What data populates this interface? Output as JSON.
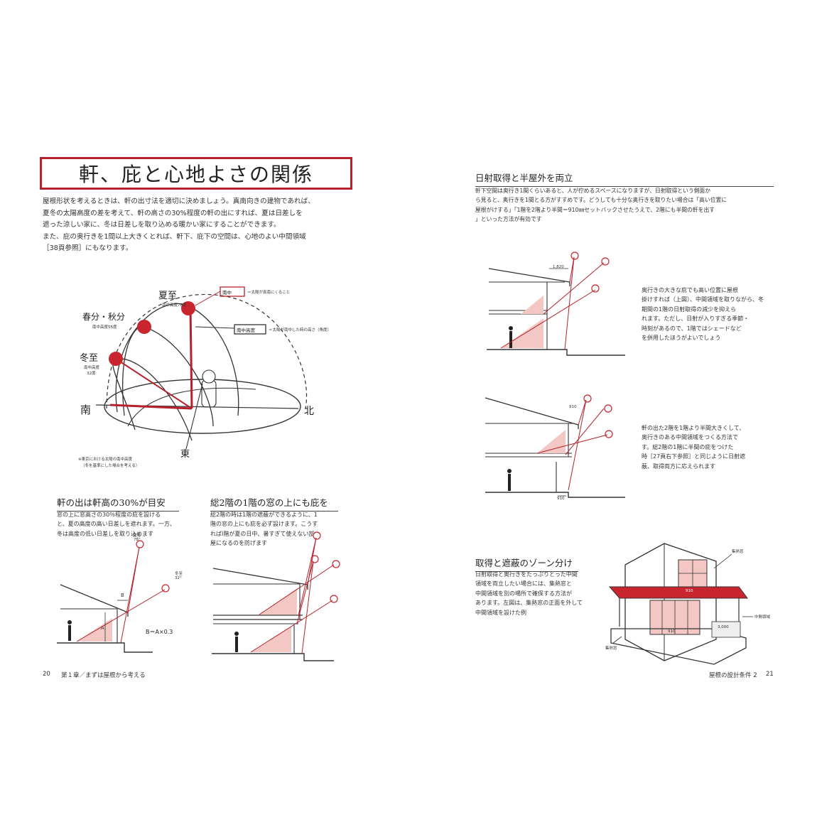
{
  "left": {
    "title": "軒、庇と心地よさの関係",
    "intro": [
      "屋根形状を考えるときは、軒の出寸法を適切に決めましょう。真南向きの建物であれば、",
      "夏冬の太陽高度の差を考えて、軒の高さの30%程度の軒の出にすれば、夏は日差しを",
      "遮った涼しい家に、冬は日差しを取り込める暖かい家にすることができます。",
      "また、庇の奥行きを1間以上大きくとれば、軒下、庇下の空間は、心地のよい中間領域",
      "［38頁参照］にもなります。"
    ],
    "diagram": {
      "summer": "夏至",
      "summer_alt": "南中高度78度",
      "equinox": "春分・秋分",
      "equinox_alt": "南中高度55度",
      "winter": "冬至",
      "winter_alt_1": "南中高度",
      "winter_alt_2": "32度",
      "south": "南",
      "north": "北",
      "east": "東",
      "label_nanchu": "南中",
      "desc_nanchu": "＝太陽が真南にくること",
      "label_altitude": "南中高度",
      "desc_altitude": "＝太陽が南中した時の高さ（角度）",
      "note_1": "※東京における太陽の南中高度",
      "note_2": "（冬を基準にした場合を考える）"
    },
    "sec1": {
      "heading": "軒の出は軒高の30%が目安",
      "text": [
        "窓の上に窓高さの30％程度の庇を設ける",
        "と、夏の高度の高い日差しを遮れます。一方、",
        "冬は高度の低い日差しを取り込めます"
      ],
      "label_summer": "夏至",
      "label_summer_deg": "78°",
      "label_winter": "冬至",
      "label_winter_deg": "32°",
      "label_B": "B",
      "label_A": "A",
      "formula": "B＝A×0.3"
    },
    "sec2": {
      "heading": "総2階の1階の窓の上にも庇を",
      "text": [
        "総2階の時は1階の遮蔽ができるように、1",
        "階の窓の上にも庇を必ず設けます。こうす",
        "ればⅠ階が夏の日中、暑すぎて使えない部",
        "屋になるのを防げます"
      ]
    },
    "footer_page": "20",
    "footer_chapter": "第１章／まずは屋根から考える"
  },
  "right": {
    "sec1": {
      "heading": "日射取得と半屋外を両立",
      "text": [
        "軒下空間は奥行き1間くらいあると、人が佇めるスペースになりますが、日射取得という側面か",
        "ら見ると、奥行きを1間とる方がすすめです。どうしても十分な奥行きを取りたい場合は「高い位置に",
        "屋根がけする」「1階を2階より半間＝910㎜セットバックさせたうえで、2階にも半間の軒を出す",
        "」といった方法が有効です"
      ],
      "dim1": "1,820",
      "desc1": [
        "奥行きの大きな庇でも高い位置に屋根",
        "掛けすれば（上図）、中間領域を取りながら、冬",
        "期間の1階の日射取得の減少を抑えら",
        "れます。ただし、日射が入りすぎる季節・",
        "時刻があるので、1階ではシェードなど",
        "を併用したほうがよいでしょう"
      ],
      "dim2": "910",
      "dim3": "910",
      "desc2": [
        "軒の出た2階を1階より半間大きくして、",
        "奥行きのある中間領域をつくる方法で",
        "す。総2階の1階に半間の庇をつけた",
        "時［27頁右下参照］と同じように日射遮",
        "蔽、取得両方に応えられます"
      ]
    },
    "sec2": {
      "heading": "取得と遮蔽のゾーン分け",
      "text": [
        "日射取得と奥行きをたっぷりとった中間",
        "領域を両立したい場合には、集熱窓と",
        "中間領域を別の場所で確保する方法が",
        "あります。左図は、集熱窓の正面を外して",
        "中間領域を設けた例"
      ],
      "label_top": "集熱窓",
      "label_mid": "中間領域",
      "label_bottom": "集熱窓",
      "dim_roof": "910",
      "dim_floor": "910",
      "dim_side": "3,000"
    },
    "footer_page": "21",
    "footer_section": "屋根の設計条件 2"
  },
  "colors": {
    "accent": "#b5222b",
    "pink": "#f3c8c4",
    "line": "#333333"
  }
}
